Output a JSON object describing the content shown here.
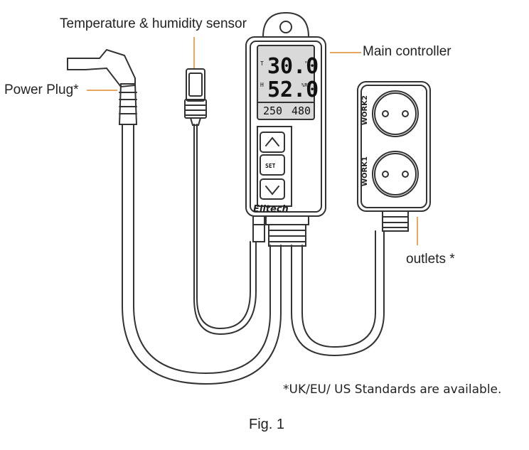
{
  "labels": {
    "sensor": "Temperature & humidity sensor",
    "controller": "Main controller",
    "plug": "Power Plug*",
    "outlets": "outlets *"
  },
  "display": {
    "temp_prefix": "T",
    "temp_value": "30.0",
    "temp_unit": "°C",
    "hum_prefix": "H",
    "hum_value": "52.0",
    "hum_unit": "%RH",
    "bottom_left": "250",
    "bottom_right": "480"
  },
  "buttons": {
    "set_label": "SET"
  },
  "brand": "Elitech",
  "socket_labels": {
    "work2": "WORK2",
    "work1": "WORK1"
  },
  "footnote": "*UK/EU/ US Standards are available.",
  "caption": "Fig. 1",
  "colors": {
    "leader": "#e08a2c",
    "outline": "#333333",
    "screen": "#d9d9d9"
  }
}
